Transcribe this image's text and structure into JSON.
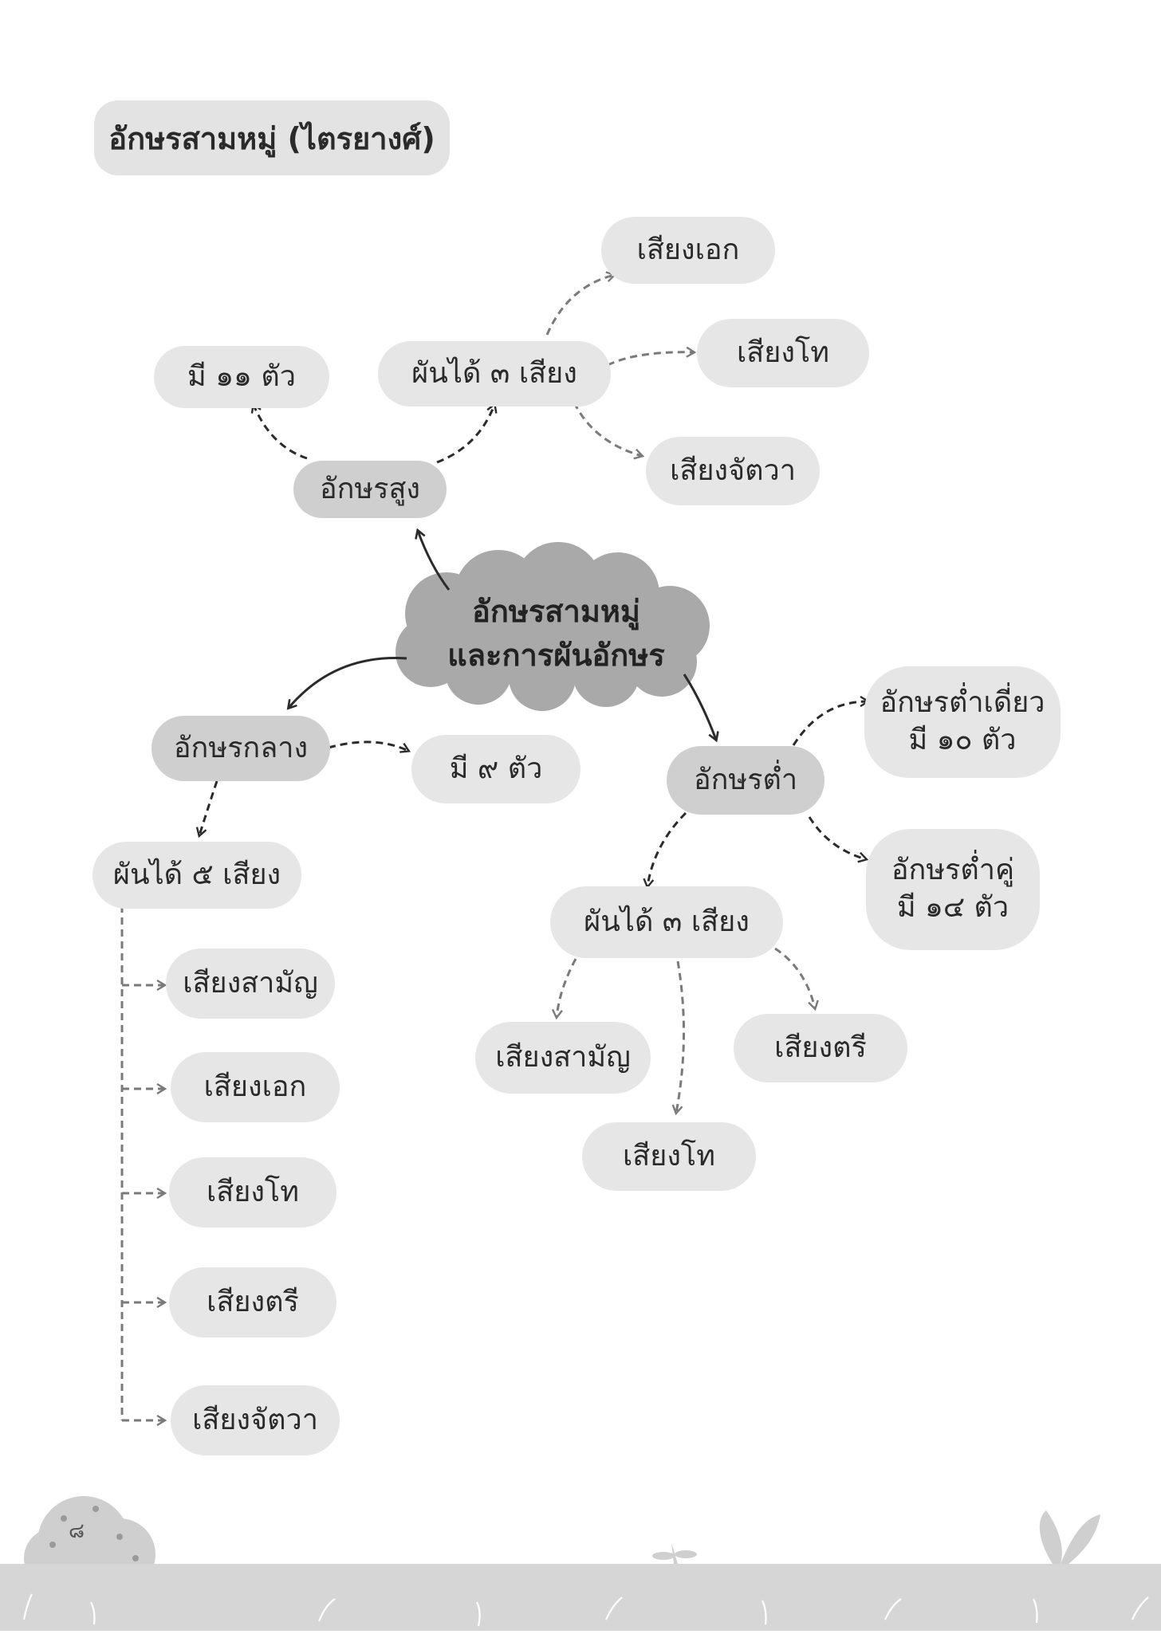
{
  "title": "อักษรสามหมู่ (ไตรยางศ์)",
  "center": "อักษรสามหมู่\nและการผันอักษร",
  "high": {
    "label": "อักษรสูง",
    "count": "มี ๑๑ ตัว",
    "tones_label": "ผันได้ ๓ เสียง",
    "tones": [
      "เสียงเอก",
      "เสียงโท",
      "เสียงจัตวา"
    ]
  },
  "middle": {
    "label": "อักษรกลาง",
    "count": "มี ๙ ตัว",
    "tones_label": "ผันได้ ๕ เสียง",
    "tones": [
      "เสียงสามัญ",
      "เสียงเอก",
      "เสียงโท",
      "เสียงตรี",
      "เสียงจัตวา"
    ]
  },
  "low": {
    "label": "อักษรต่ำ",
    "single": "อักษรต่ำเดี่ยว\nมี ๑๐ ตัว",
    "paired": "อักษรต่ำคู่\nมี ๑๔ ตัว",
    "tones_label": "ผันได้ ๓ เสียง",
    "tones": [
      "เสียงสามัญ",
      "เสียงโท",
      "เสียงตรี"
    ]
  },
  "page_number": "๘"
}
